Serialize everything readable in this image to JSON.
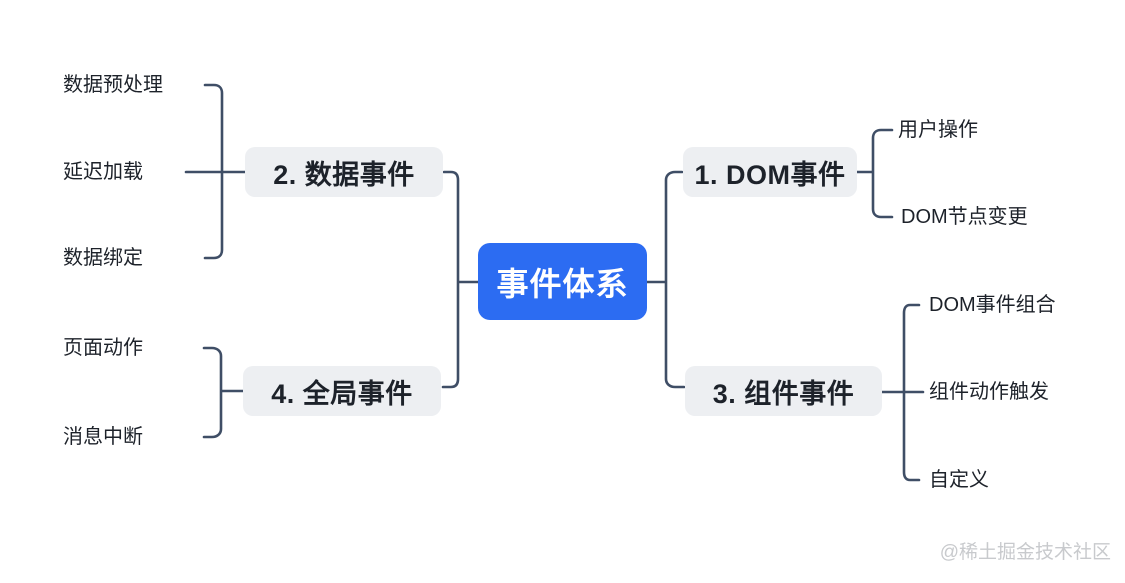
{
  "colors": {
    "accent": "#2c6cf2",
    "nodeBg": "#edeff2",
    "line": "#3f4e66",
    "text": "#1d222a",
    "watermark": "#c8cacd"
  },
  "root": {
    "label": "事件体系"
  },
  "branches": [
    {
      "label": "1. DOM事件",
      "children": [
        "用户操作",
        "DOM节点变更"
      ]
    },
    {
      "label": "2. 数据事件",
      "children": [
        "数据预处理",
        "延迟加载",
        "数据绑定"
      ]
    },
    {
      "label": "3. 组件事件",
      "children": [
        "DOM事件组合",
        "组件动作触发",
        "自定义"
      ]
    },
    {
      "label": "4. 全局事件",
      "children": [
        "页面动作",
        "消息中断"
      ]
    }
  ],
  "watermark": {
    "text": "@稀土掘金技术社区"
  }
}
